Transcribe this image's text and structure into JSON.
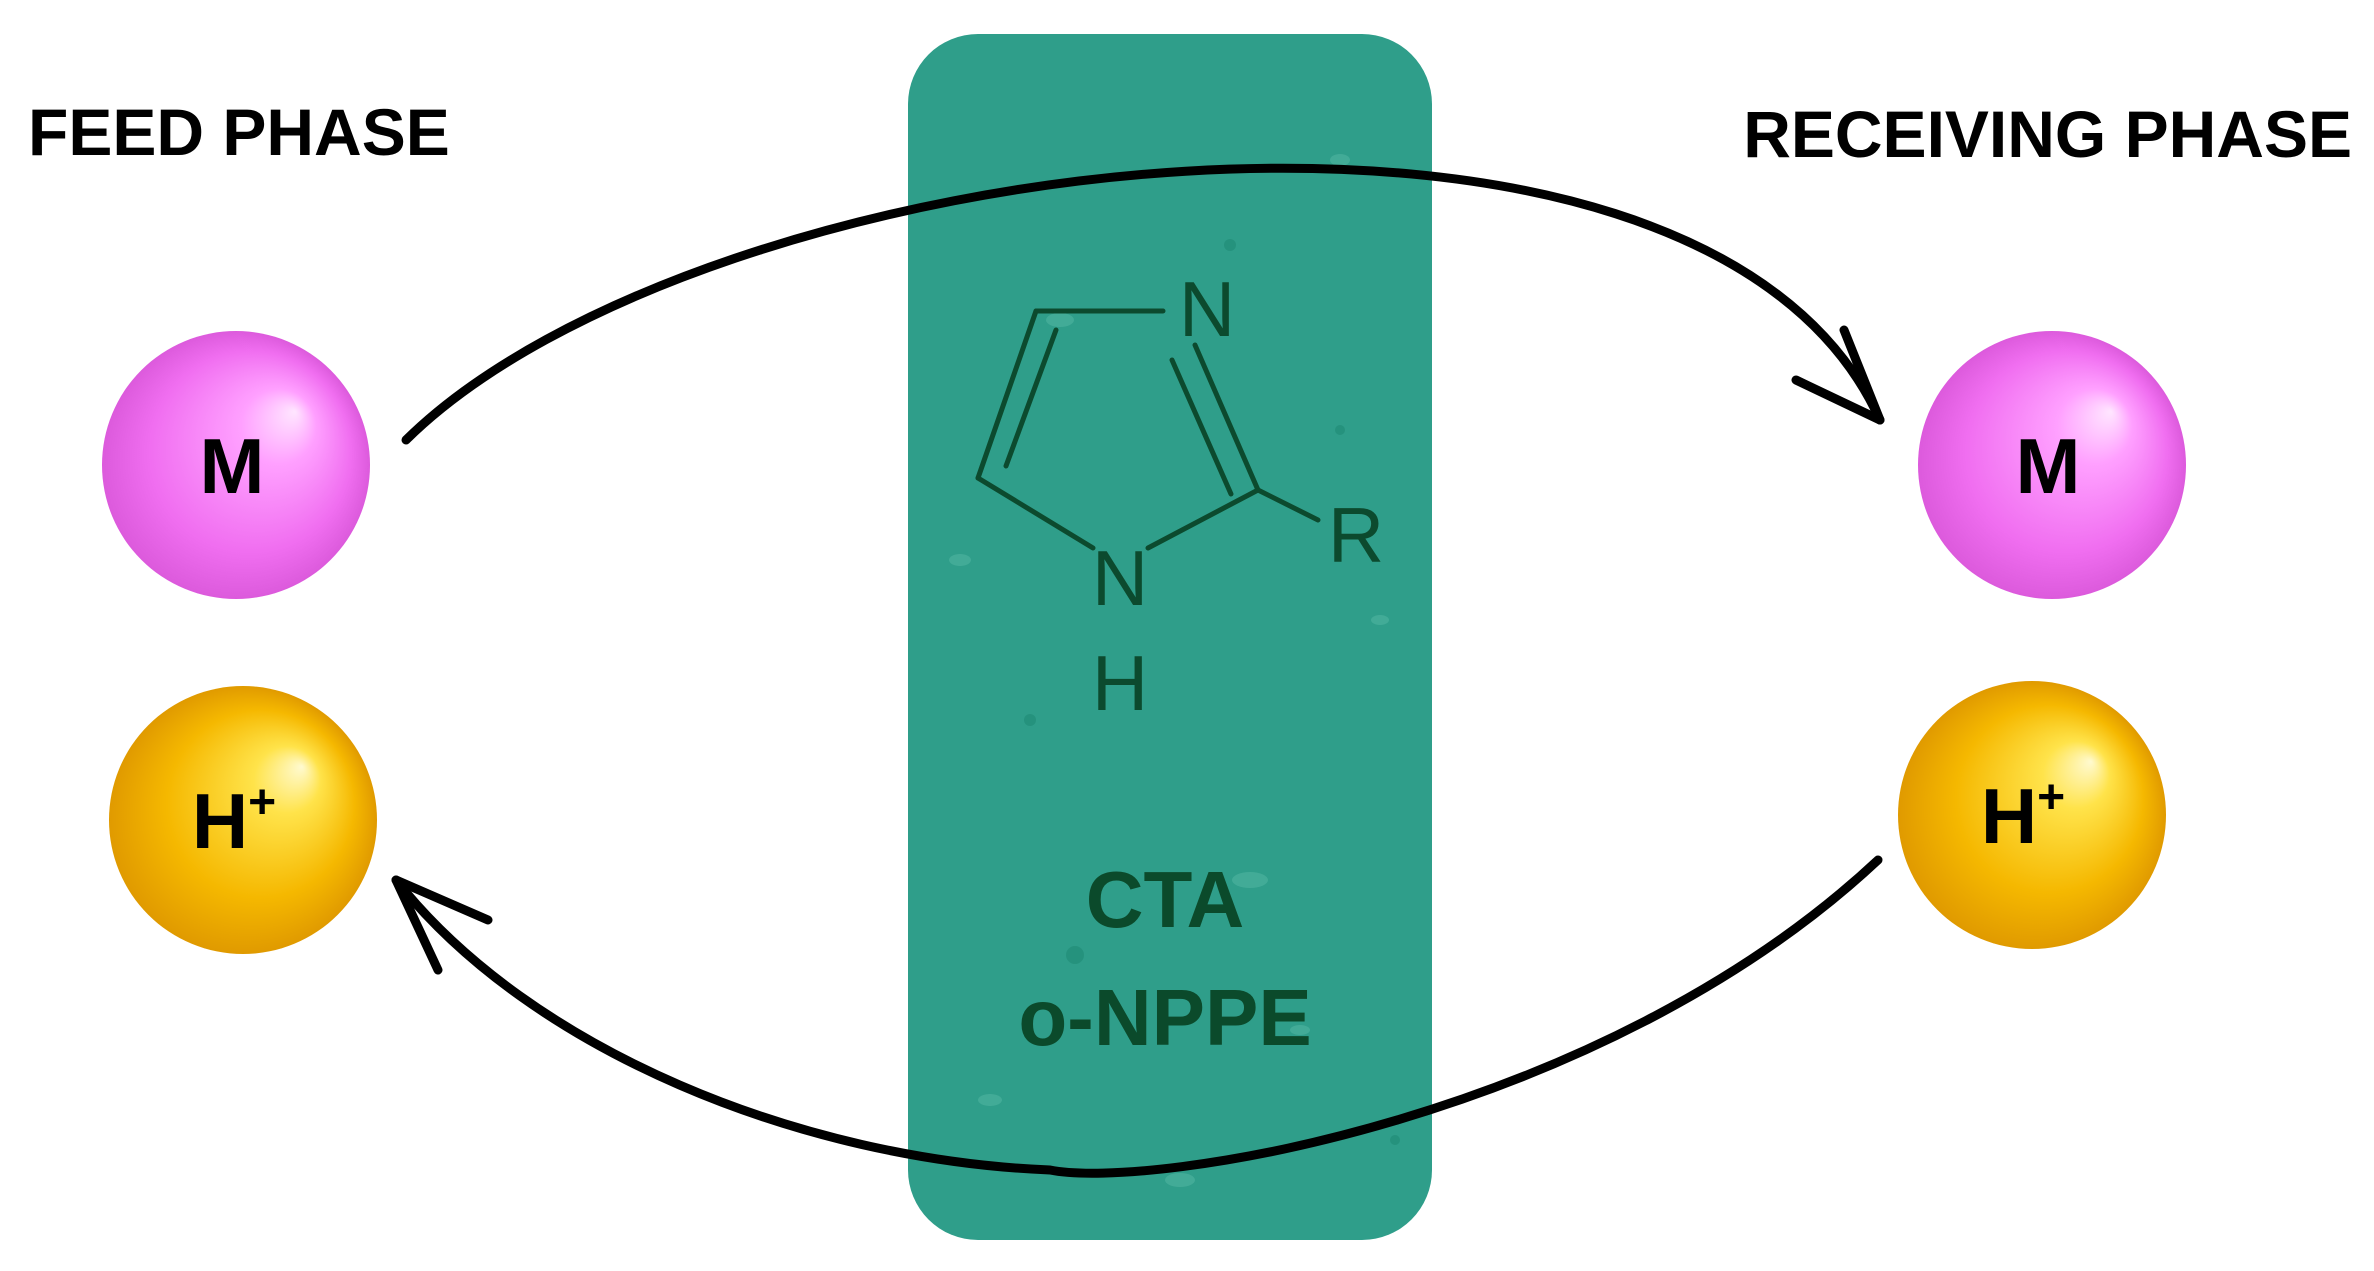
{
  "phases": {
    "feed_label": "FEED PHASE",
    "receiving_label": "RECEIVING PHASE"
  },
  "species": {
    "metal": "M",
    "proton_base": "H",
    "proton_charge": "+"
  },
  "membrane": {
    "line1": "CTA",
    "line2": "o-NPPE"
  },
  "carrier": {
    "atom_n_top": "N",
    "atom_n_bottom": "N",
    "atom_h": "H",
    "substituent": "R"
  },
  "colors": {
    "membrane": "#2f9e8a",
    "metal_ball": "#f06ef0",
    "proton_ball": "#f5b800",
    "structure": "#0c4a2e",
    "arrows": "#000000"
  }
}
